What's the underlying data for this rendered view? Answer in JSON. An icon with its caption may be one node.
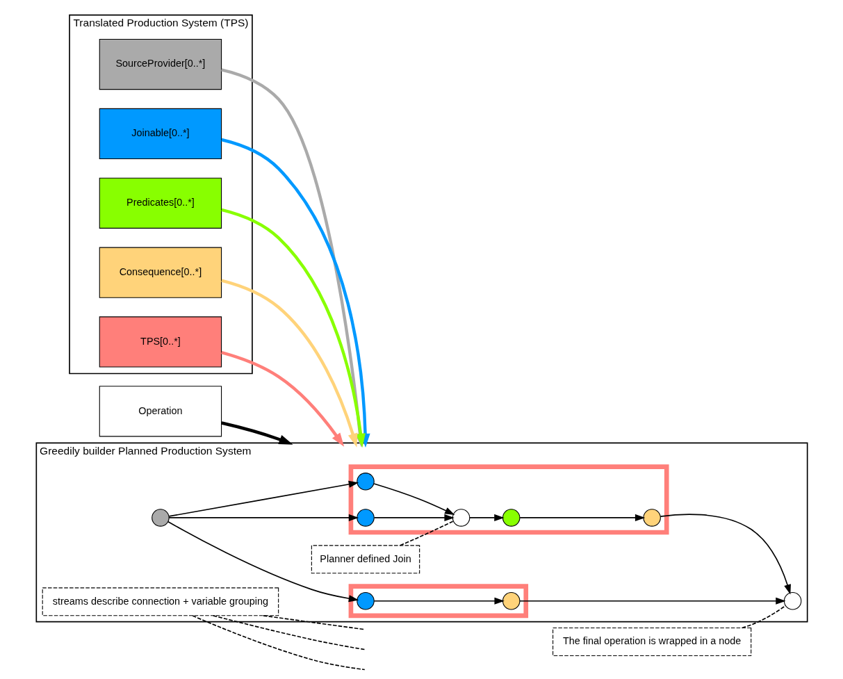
{
  "diagram": {
    "nodes": [
      {
        "text": [
          "Translated Production System (TPS)"
        ]
      },
      {
        "text": [
          "SourceProvider[0..*]"
        ],
        "in": 0
      },
      {
        "text": [
          "Joinable[0..*]"
        ],
        "in": 0
      },
      {
        "text": [
          "Predicates[0..*]"
        ],
        "in": 0
      },
      {
        "text": [
          "Consequence[0..*]"
        ],
        "in": 0
      },
      {
        "text": [
          "TPS[0..*]"
        ],
        "in": 0
      },
      {
        "text": [
          "Greedily builder Planned Production System"
        ]
      },
      {
        "text": [],
        "shape": "box",
        "in": 6
      },
      {
        "text": [],
        "shape": "box",
        "in": 6
      },
      {
        "text": [],
        "shape": "circle",
        "in": 6
      },
      {
        "text": [],
        "shape": "circle",
        "in": 7
      },
      {
        "text": [],
        "shape": "circle",
        "in": 7
      },
      {
        "text": [],
        "shape": "circle",
        "in": 7
      },
      {
        "text": [],
        "shape": "circle",
        "in": 7
      },
      {
        "text": [],
        "shape": "circle",
        "in": 7
      },
      {
        "text": [],
        "shape": "circle",
        "in": 6
      },
      {
        "text": [],
        "shape": "circle",
        "in": 8
      },
      {
        "text": [],
        "shape": "circle",
        "in": 8
      },
      {
        "text": [
          "Planner defined Join"
        ],
        "in": 6
      },
      {
        "text": [
          "streams describe connection + variable grouping"
        ],
        "in": 6
      },
      {
        "text": [
          "The final operation is wrapped in a node"
        ]
      },
      {
        "text": [
          "Operation"
        ]
      }
    ],
    "edges": [
      {
        "from": 1,
        "to": 6,
        "arrow": "to",
        "style": "thick",
        "color": "#aaaaaa"
      },
      {
        "from": 2,
        "to": 6,
        "arrow": "to",
        "style": "thick",
        "color": "#0099ff"
      },
      {
        "from": 3,
        "to": 6,
        "arrow": "to",
        "style": "thick",
        "color": "#88ff00"
      },
      {
        "from": 4,
        "to": 6,
        "arrow": "to",
        "style": "thick",
        "color": "#ffd37a"
      },
      {
        "from": 5,
        "to": 6,
        "arrow": "to",
        "style": "thick",
        "color": "#ff7f7a"
      },
      {
        "from": 9,
        "to": 10,
        "arrow": "to"
      },
      {
        "from": 9,
        "to": 11,
        "arrow": "to"
      },
      {
        "from": 9,
        "to": 16,
        "arrow": "to"
      },
      {
        "from": 10,
        "to": 12,
        "arrow": "to"
      },
      {
        "from": 11,
        "to": 12,
        "arrow": "to"
      },
      {
        "from": 12,
        "to": 13,
        "arrow": "to"
      },
      {
        "from": 13,
        "to": 14,
        "arrow": "to"
      },
      {
        "from": 14,
        "to": 15,
        "arrow": "to"
      },
      {
        "from": 16,
        "to": 17,
        "arrow": "to"
      },
      {
        "from": 17,
        "to": 15,
        "arrow": "to"
      },
      {
        "from": 18,
        "to": 12,
        "arrow": "none",
        "style": "dashed"
      },
      {
        "from": 19,
        "to": null,
        "arrow": "none",
        "style": "dashed"
      },
      {
        "from": 19,
        "to": null,
        "arrow": "none",
        "style": "dashed"
      },
      {
        "from": 19,
        "to": null,
        "arrow": "none",
        "style": "dashed"
      },
      {
        "from": 20,
        "to": 15,
        "arrow": "none",
        "style": "dashed"
      },
      {
        "from": 21,
        "to": 6,
        "arrow": "to",
        "style": "thick"
      }
    ]
  }
}
